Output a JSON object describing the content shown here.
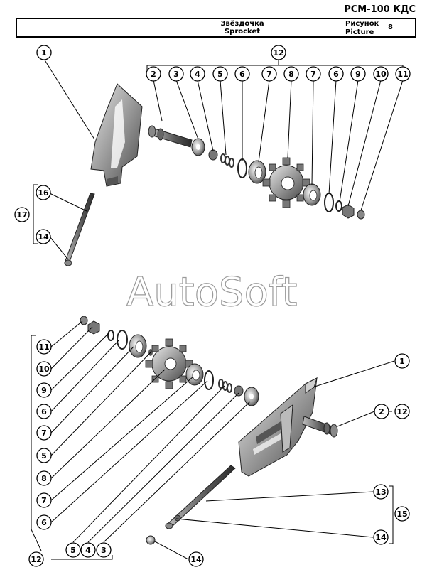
{
  "header": {
    "doc_code": "РСМ-100 КДС",
    "title_ru": "Звёздочка",
    "title_en": "Sprocket",
    "picture_label_ru": "Рисунок",
    "picture_label_en": "Picture",
    "picture_number": "8"
  },
  "watermark": "AutoSoft",
  "callouts": {
    "top": [
      "1",
      "12",
      "2",
      "3",
      "4",
      "5",
      "6",
      "7",
      "8",
      "7",
      "6",
      "9",
      "10",
      "11",
      "16",
      "17",
      "14"
    ],
    "bottom_left": [
      "11",
      "10",
      "9",
      "6",
      "7",
      "5",
      "8",
      "7",
      "6",
      "5",
      "4",
      "3",
      "12"
    ],
    "bottom_right": [
      "1",
      "2",
      "12",
      "13",
      "15",
      "14",
      "14"
    ]
  }
}
